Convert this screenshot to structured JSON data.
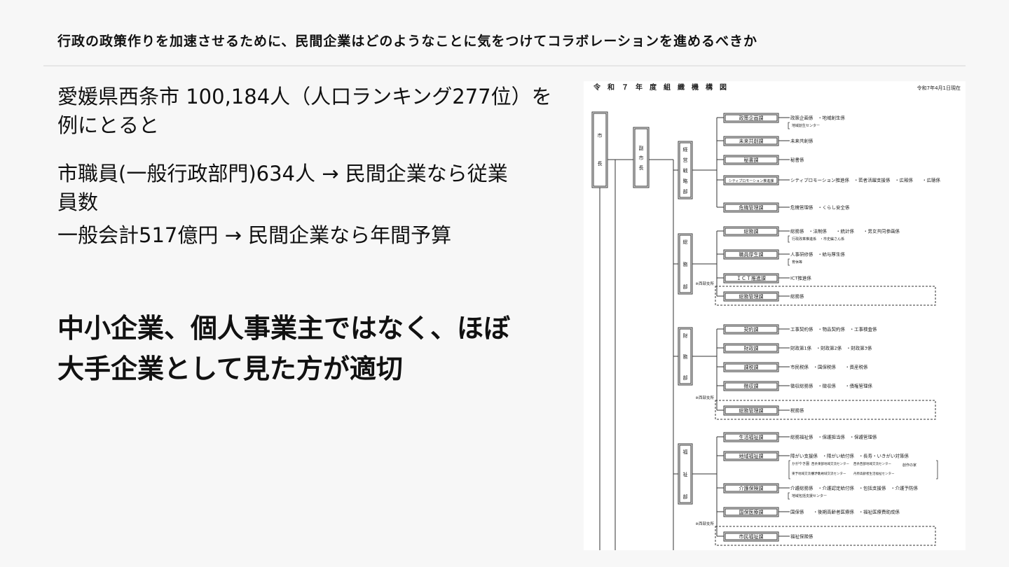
{
  "slide": {
    "title": "行政の政策作りを加速させるために、民間企業はどのようなことに気をつけてコラボレーションを進めるべきか"
  },
  "left": {
    "p1_line1": "愛媛県西条市 100,184人（人口ランキング277位）を",
    "p1_line2": "例にとると",
    "p2_line1": "市職員(一般行政部門)634人 → 民間企業なら従業",
    "p2_line2": "員数",
    "p3": "一般会計517億円 → 民間企業なら年間予算",
    "emph_line1": "中小企業、個人事業主ではなく、ほぼ",
    "emph_line2": "大手企業として見た方が適切"
  },
  "org_chart": {
    "title": "令　和　７　年　度　組　織　機　構　図",
    "date": "令和7年4月1日現在",
    "mayor": "市長",
    "vice_mayor": "副市長",
    "branch_label": "※西部支所",
    "departments": [
      {
        "name": "経営戦略部",
        "divisions": [
          {
            "name": "政策企画課",
            "sections": "政策企画係　・地域創生係",
            "note": "地域創生センター"
          },
          {
            "name": "未来共創課",
            "sections": "未来共創係"
          },
          {
            "name": "秘書課",
            "sections": "秘書係"
          },
          {
            "name": "シティプロモーション推進課",
            "sections": "シティプロモーション推進係　・若者活躍支援係　・広報係　　・広聴係"
          },
          {
            "name": "危機管理課",
            "sections": "危機管理係　・くらし安全係"
          }
        ]
      },
      {
        "name": "総務部",
        "divisions": [
          {
            "name": "総務課",
            "sections": "総務係　・法制係　　・統計係　　・男女共同参画係",
            "note": "行政改革推進係　・市史編さん係"
          },
          {
            "name": "職員厚生課",
            "sections": "人事研修係　・給与厚生係",
            "note": "育休等"
          },
          {
            "name": "ＩＣＴ推進課",
            "sections": "ICT推進係"
          },
          {
            "name": "総務管理課",
            "sections": "総務係"
          }
        ]
      },
      {
        "name": "財務部",
        "divisions": [
          {
            "name": "契約課",
            "sections": "工事契約係　・物品契約係　・工事検査係"
          },
          {
            "name": "財政課",
            "sections": "財政第1係　・財政第2係　・財政第3係"
          },
          {
            "name": "課税課",
            "sections": "市民税係　・国保税係　　・資産税係"
          },
          {
            "name": "徴収課",
            "sections": "徴収総務係　・徴収係　　・債権管理係"
          },
          {
            "name": "総務管理課",
            "sections": "税務係"
          }
        ]
      },
      {
        "name": "福祉部",
        "divisions": [
          {
            "name": "生活福祉課",
            "sections": "総務福祉係　・保護担当係　・保護管理係"
          },
          {
            "name": "地域福祉課",
            "sections": "障がい支援係　・障がい給付係　・長寿・いきがい対策係"
          },
          {
            "name": "介護保険課",
            "sections": "介護総務係　・介護認定給付係　・包括支援係　・介護予防係",
            "note": "地域包括支援センター"
          },
          {
            "name": "国保医療課",
            "sections": "国保係　　・後期高齢者医療係　・福祉医療費助成係"
          },
          {
            "name": "市民福祉課",
            "sections": "福祉保険係"
          }
        ]
      }
    ],
    "welfare_centers": {
      "c1": "かがやき園",
      "c2": "西条東部地域交流センター",
      "c3": "西条西部地域交流センター",
      "c4": "創作の家",
      "c5": "東予地域交流センター",
      "c6": "東予北地域交流センター",
      "c7": "丹原高齢者生活福祉センター"
    }
  }
}
